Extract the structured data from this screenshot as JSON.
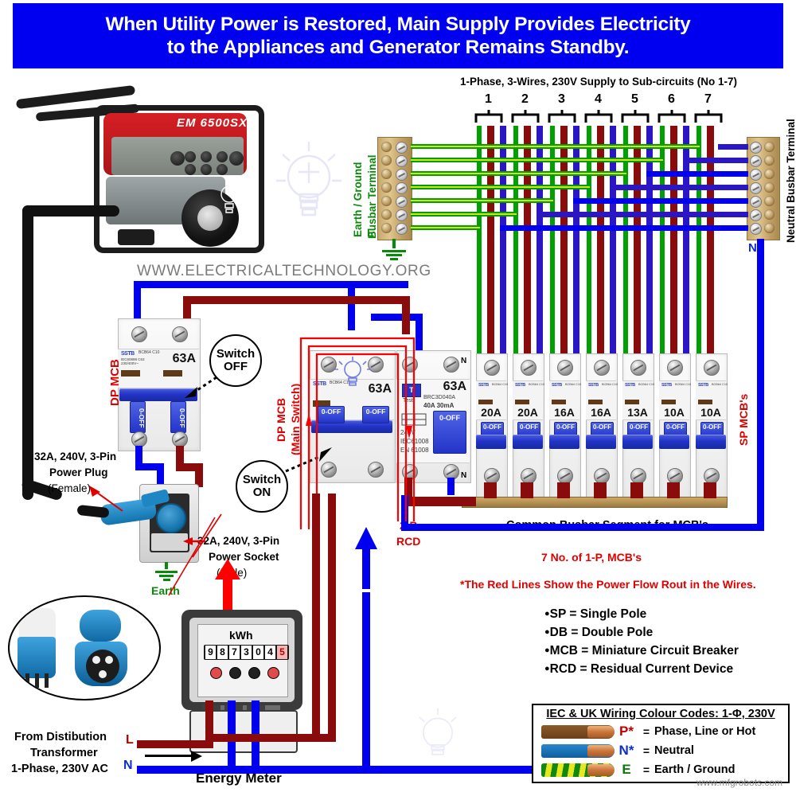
{
  "banner": {
    "line1": "When Utility Power is Restored, Main Supply Provides Electricity",
    "line2": "to the Appliances and Generator Remains Standby."
  },
  "watermark": {
    "site": "WWW.ELECTRICALTECHNOLOGY.ORG",
    "footer": "www.mfgrobots.com"
  },
  "generator": {
    "model": "EM 6500SX"
  },
  "subcircuits": {
    "heading": "1-Phase, 3-Wires, 230V Supply to Sub-circuits (No 1-7)",
    "numbers": [
      "1",
      "2",
      "3",
      "4",
      "5",
      "6",
      "7"
    ]
  },
  "earth_busbar": {
    "label_line1": "Earth / Ground",
    "label_line2": "Busbar Terminal",
    "terminal_letter": "E"
  },
  "neutral_busbar": {
    "label": "Neutral Busbar Terminal",
    "terminal_letter": "N"
  },
  "left_breaker": {
    "type_label": "DP MCB",
    "rating": "63A",
    "toggle_text": "0-OFF",
    "callout_line1": "Switch",
    "callout_line2": "OFF",
    "brand": "SSTB",
    "brand_sub": "BCB64 C10",
    "micro": "0-80A 230V\n50Hz IEC60898"
  },
  "main_breaker": {
    "type_label_line1": "DP MCB",
    "type_label_line2": "(Main Switch)",
    "rating": "63A",
    "toggle_text": "0-OFF",
    "callout_line1": "Switch",
    "callout_line2": "ON",
    "brand": "SSTB",
    "brand_sub": "BCB64 C10"
  },
  "rcd": {
    "rating": "63A",
    "model": "BRC3D040A",
    "spec": "40A  30mA",
    "voltage": "240V",
    "standard1": "IEC61008",
    "standard2": "EN 61008",
    "toggle_text": "0-OFF",
    "test_label": "Test",
    "neutral_mark": "N",
    "caption_line1": "2-P",
    "caption_line2": "RCD"
  },
  "mcbs": {
    "group_label": "SP MCB's",
    "busbar_caption": "Common Busbar Segment for MCB's",
    "count_caption": "7 No. of 1-P, MCB's",
    "toggle_text": "0-OFF",
    "brand": "SSTB",
    "brand_sub": "BCB64 C10",
    "ratings": [
      "20A",
      "20A",
      "16A",
      "16A",
      "13A",
      "10A",
      "10A"
    ]
  },
  "notes": {
    "red_lines": "*The Red Lines Show the Power Flow Rout in the Wires."
  },
  "abbreviations": [
    "SP = Single Pole",
    "DB = Double Pole",
    "MCB = Miniature Circuit Breaker",
    "RCD = Residual Current Device"
  ],
  "plug": {
    "line1": "32A, 240V, 3-Pin",
    "line2": "Power Plug",
    "line3": "(Female)"
  },
  "socket": {
    "line1": "32A, 240V, 3-Pin",
    "line2": "Power Socket",
    "line3": "(Male)",
    "earth_label": "Earth"
  },
  "meter": {
    "unit": "kWh",
    "reading": [
      "9",
      "8",
      "7",
      "3",
      "0",
      "4",
      "5"
    ],
    "caption": "Energy Meter"
  },
  "supply": {
    "line1": "From Distibution",
    "line2": "Transformer",
    "line3": "1-Phase, 230V AC",
    "live_letter": "L",
    "neutral_letter": "N"
  },
  "colour_codes": {
    "title": "IEC & UK Wiring Colour Codes: 1-Φ, 230V",
    "rows": [
      {
        "symbol": "P*",
        "eq": "=",
        "desc": "Phase, Line or  Hot",
        "colour": "#7a4a1e",
        "sym_colour": "#c00000"
      },
      {
        "symbol": "N*",
        "eq": "=",
        "desc": "Neutral",
        "colour": "#1a6fc4",
        "sym_colour": "#0b2ed0"
      },
      {
        "symbol": "E",
        "eq": "=",
        "desc": "Earth / Ground",
        "colour": "#1d8a1d",
        "sym_colour": "#0a7a0a"
      }
    ]
  },
  "colors": {
    "banner_blue": "#0000f0",
    "phase_red": "#8a0b0b",
    "neutral_blue": "#0000ee",
    "violet_blue": "#2b16c4",
    "earth_green": "#00a000",
    "flow_red": "#ff0000"
  }
}
